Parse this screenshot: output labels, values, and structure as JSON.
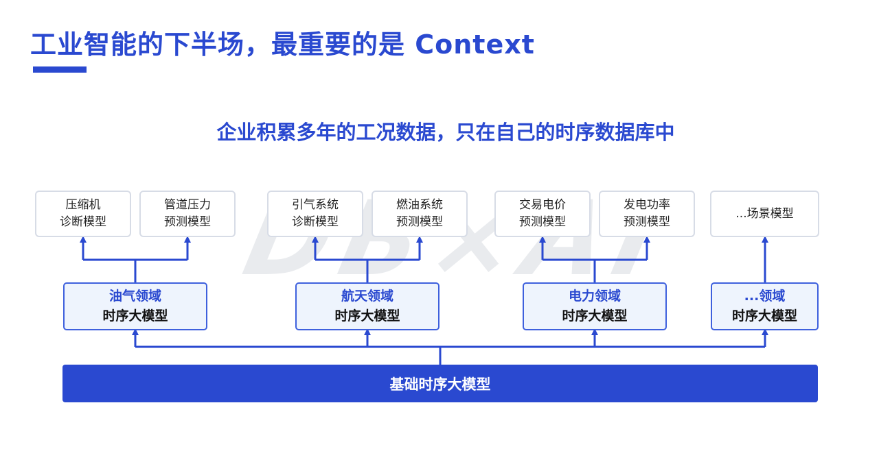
{
  "title": "工业智能的下半场，最重要的是 Context",
  "subtitle": "企业积累多年的工况数据，只在自己的时序数据库中",
  "watermark": "DB×AI",
  "scenes": [
    {
      "line1": "压缩机",
      "line2": "诊断模型"
    },
    {
      "line1": "管道压力",
      "line2": "预测模型"
    },
    {
      "line1": "引气系统",
      "line2": "诊断模型"
    },
    {
      "line1": "燃油系统",
      "line2": "预测模型"
    },
    {
      "line1": "交易电价",
      "line2": "预测模型"
    },
    {
      "line1": "发电功率",
      "line2": "预测模型"
    },
    {
      "line1": "...场景模型",
      "line2": ""
    }
  ],
  "domains": [
    {
      "line1": "油气领域",
      "line2": "时序大模型"
    },
    {
      "line1": "航天领域",
      "line2": "时序大模型"
    },
    {
      "line1": "电力领域",
      "line2": "时序大模型"
    },
    {
      "line1": "...领域",
      "line2": "时序大模型"
    }
  ],
  "base": "基础时序大模型",
  "colors": {
    "accent": "#2a49d0",
    "domain_bg": "#eef4fd",
    "scene_border": "#d7dce6",
    "watermark": "#e9ebee"
  }
}
